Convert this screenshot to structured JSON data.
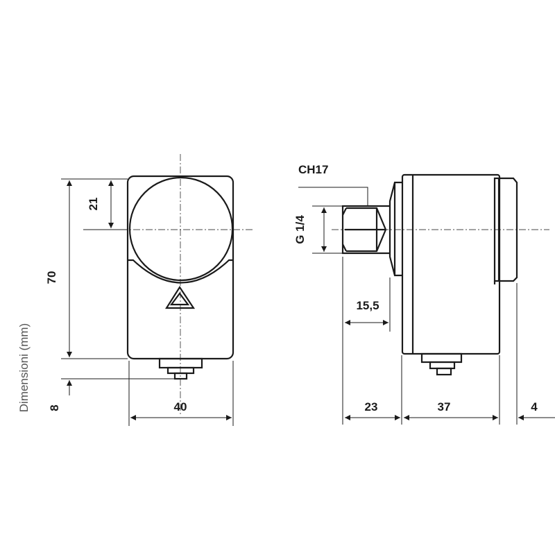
{
  "caption": "Dimensioni (mm)",
  "front_view": {
    "dim_height": "70",
    "dim_center": "21",
    "dim_bottom": "8",
    "dim_width": "40"
  },
  "side_view": {
    "wrench_size": "CH17",
    "thread": "G 1/4",
    "dim_thread_length": "15,5",
    "dim_fitting": "23",
    "dim_body": "37",
    "dim_flange": "4"
  }
}
